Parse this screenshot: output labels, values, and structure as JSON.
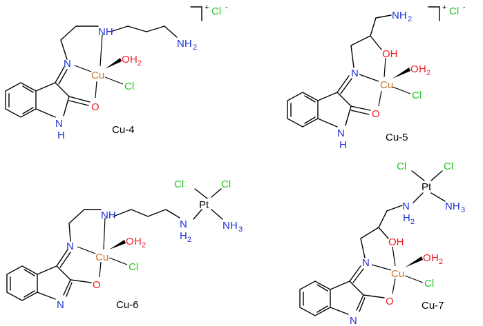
{
  "colors": {
    "nitrogen": "#1f2fd6",
    "oxygen": "#ee1c24",
    "chlorine": "#22c422",
    "copper": "#c8782a",
    "platinum": "#000000",
    "bond": "#000000"
  },
  "atoms": {
    "N": "N",
    "H": "H",
    "O": "O",
    "OH": "OH",
    "NH": "NH",
    "Cu": "Cu",
    "Cl": "Cl",
    "Pt": "Pt",
    "NH2_main": "NH",
    "NH3_main": "NH",
    "sub2": "2",
    "sub3": "3",
    "minus": "-",
    "plus": "+"
  },
  "compounds": [
    {
      "label": "Cu-4"
    },
    {
      "label": "Cu-5"
    },
    {
      "label": "Cu-6"
    },
    {
      "label": "Cu-7"
    }
  ]
}
